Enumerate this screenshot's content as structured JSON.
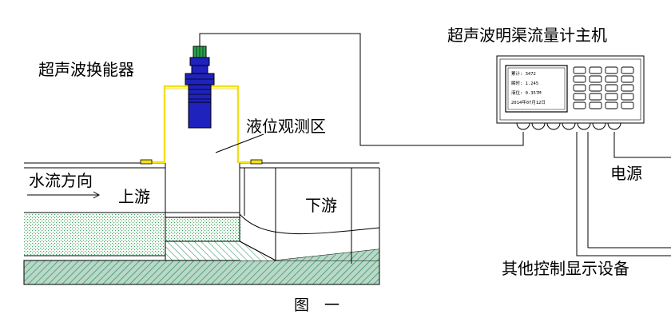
{
  "labels": {
    "transducer": "超声波换能器",
    "host": "超声波明渠流量计主机",
    "measure_zone": "液位观测区",
    "flow_direction": "水流方向",
    "upstream": "上游",
    "downstream": "下游",
    "power": "电源",
    "other_devices": "其他控制显示设备",
    "figure": "图　一"
  },
  "screen": {
    "line1": "累计: 3472",
    "line2": "瞬时: 1.245",
    "line3": "液位: 0.357M",
    "line4": "2014年07月12日"
  },
  "colors": {
    "transducer_body": "#1f22bd",
    "transducer_head": "#2aa04d",
    "bracket": "#f0e020",
    "water_dots": "#3fa55a",
    "floor_hatch": "#2b8f63",
    "floor_fill": "#b9d8c8"
  }
}
